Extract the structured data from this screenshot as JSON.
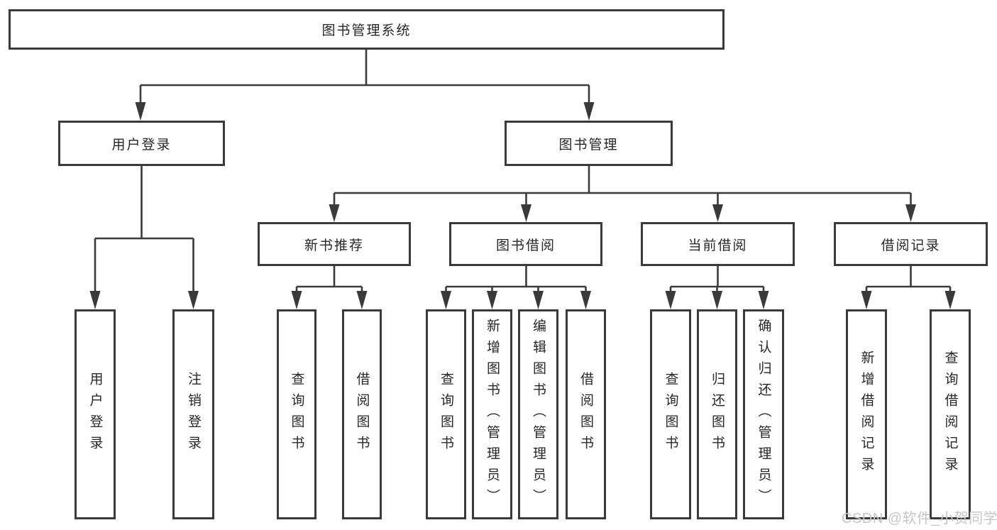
{
  "tree": {
    "label": "图书管理系统",
    "children": [
      {
        "label": "用户登录",
        "children": [
          {
            "label": "用户登录"
          },
          {
            "label": "注销登录"
          }
        ]
      },
      {
        "label": "图书管理",
        "children": [
          {
            "label": "新书推荐",
            "children": [
              {
                "label": "查询图书"
              },
              {
                "label": "借阅图书"
              }
            ]
          },
          {
            "label": "图书借阅",
            "children": [
              {
                "label": "查询图书"
              },
              {
                "label": "新增图书（管理员）"
              },
              {
                "label": "编辑图书（管理员）"
              },
              {
                "label": "借阅图书"
              }
            ]
          },
          {
            "label": "当前借阅",
            "children": [
              {
                "label": "查询图书"
              },
              {
                "label": "归还图书"
              },
              {
                "label": "确认归还（管理员）"
              }
            ]
          },
          {
            "label": "借阅记录",
            "children": [
              {
                "label": "新增借阅记录"
              },
              {
                "label": "查询借阅记录"
              }
            ]
          }
        ]
      }
    ]
  },
  "watermark": {
    "text": "CSDN @软件_小贺同学"
  },
  "colors": {
    "line": "#3a3a3a",
    "box_border": "#3a3a3a",
    "text": "#272727",
    "watermark": "#c6c6c6",
    "background": "#ffffff"
  }
}
